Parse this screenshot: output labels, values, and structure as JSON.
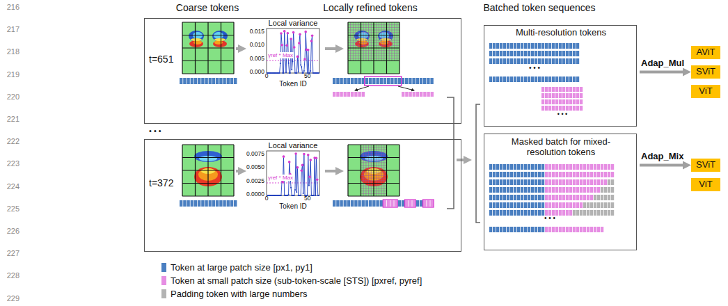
{
  "diagram": {
    "nodes": [
      {
        "text": [
          "t=651"
        ]
      },
      {
        "text": [
          "Local variance",
          "Token ID"
        ],
        "in": 0
      },
      {
        "text": [
          "t=372"
        ]
      },
      {
        "text": [
          "Local variance",
          "Token ID"
        ],
        "in": 2
      },
      {
        "text": [
          "Multi-resolution tokens"
        ]
      },
      {
        "text": [
          "Masked batch for mixed-resolution tokens"
        ]
      },
      {
        "text": [
          "AViT"
        ]
      },
      {
        "text": [
          "SViT"
        ]
      },
      {
        "text": [
          "ViT"
        ]
      },
      {
        "text": [
          "SViT"
        ]
      },
      {
        "text": [
          "ViT"
        ]
      }
    ],
    "edges": [
      {
        "from": 4,
        "to": 7,
        "arrow": "to",
        "label": "Adap_Mul"
      },
      {
        "from": 5,
        "to": 9,
        "arrow": "to",
        "label": "Adap_Mix"
      }
    ],
    "labels": [
      "216",
      "217",
      "218",
      "219",
      "220",
      "221",
      "222",
      "223",
      "224",
      "225",
      "226",
      "227",
      "228",
      "229",
      "Coarse tokens",
      "Locally refined tokens",
      "Batched token sequences",
      "• • •",
      "• • •",
      "• • •",
      "• • •",
      "0.015",
      "0.010",
      "0.005",
      "0.000",
      "0",
      "50",
      "γref * Max",
      "0.0075",
      "0.0050",
      "0.0025",
      "0.0000",
      "0",
      "50",
      "γref * Max"
    ],
    "legend": [
      {
        "text": "Token at large patch size [px1, py1]",
        "color": "#4a7fc1"
      },
      {
        "text": "Token at small patch size (sub-token-scale [STS]) [pxref, pyref]",
        "color": "#e68ee3"
      },
      {
        "text": "Padding token with large numbers",
        "color": "#b3b3b3"
      }
    ]
  }
}
